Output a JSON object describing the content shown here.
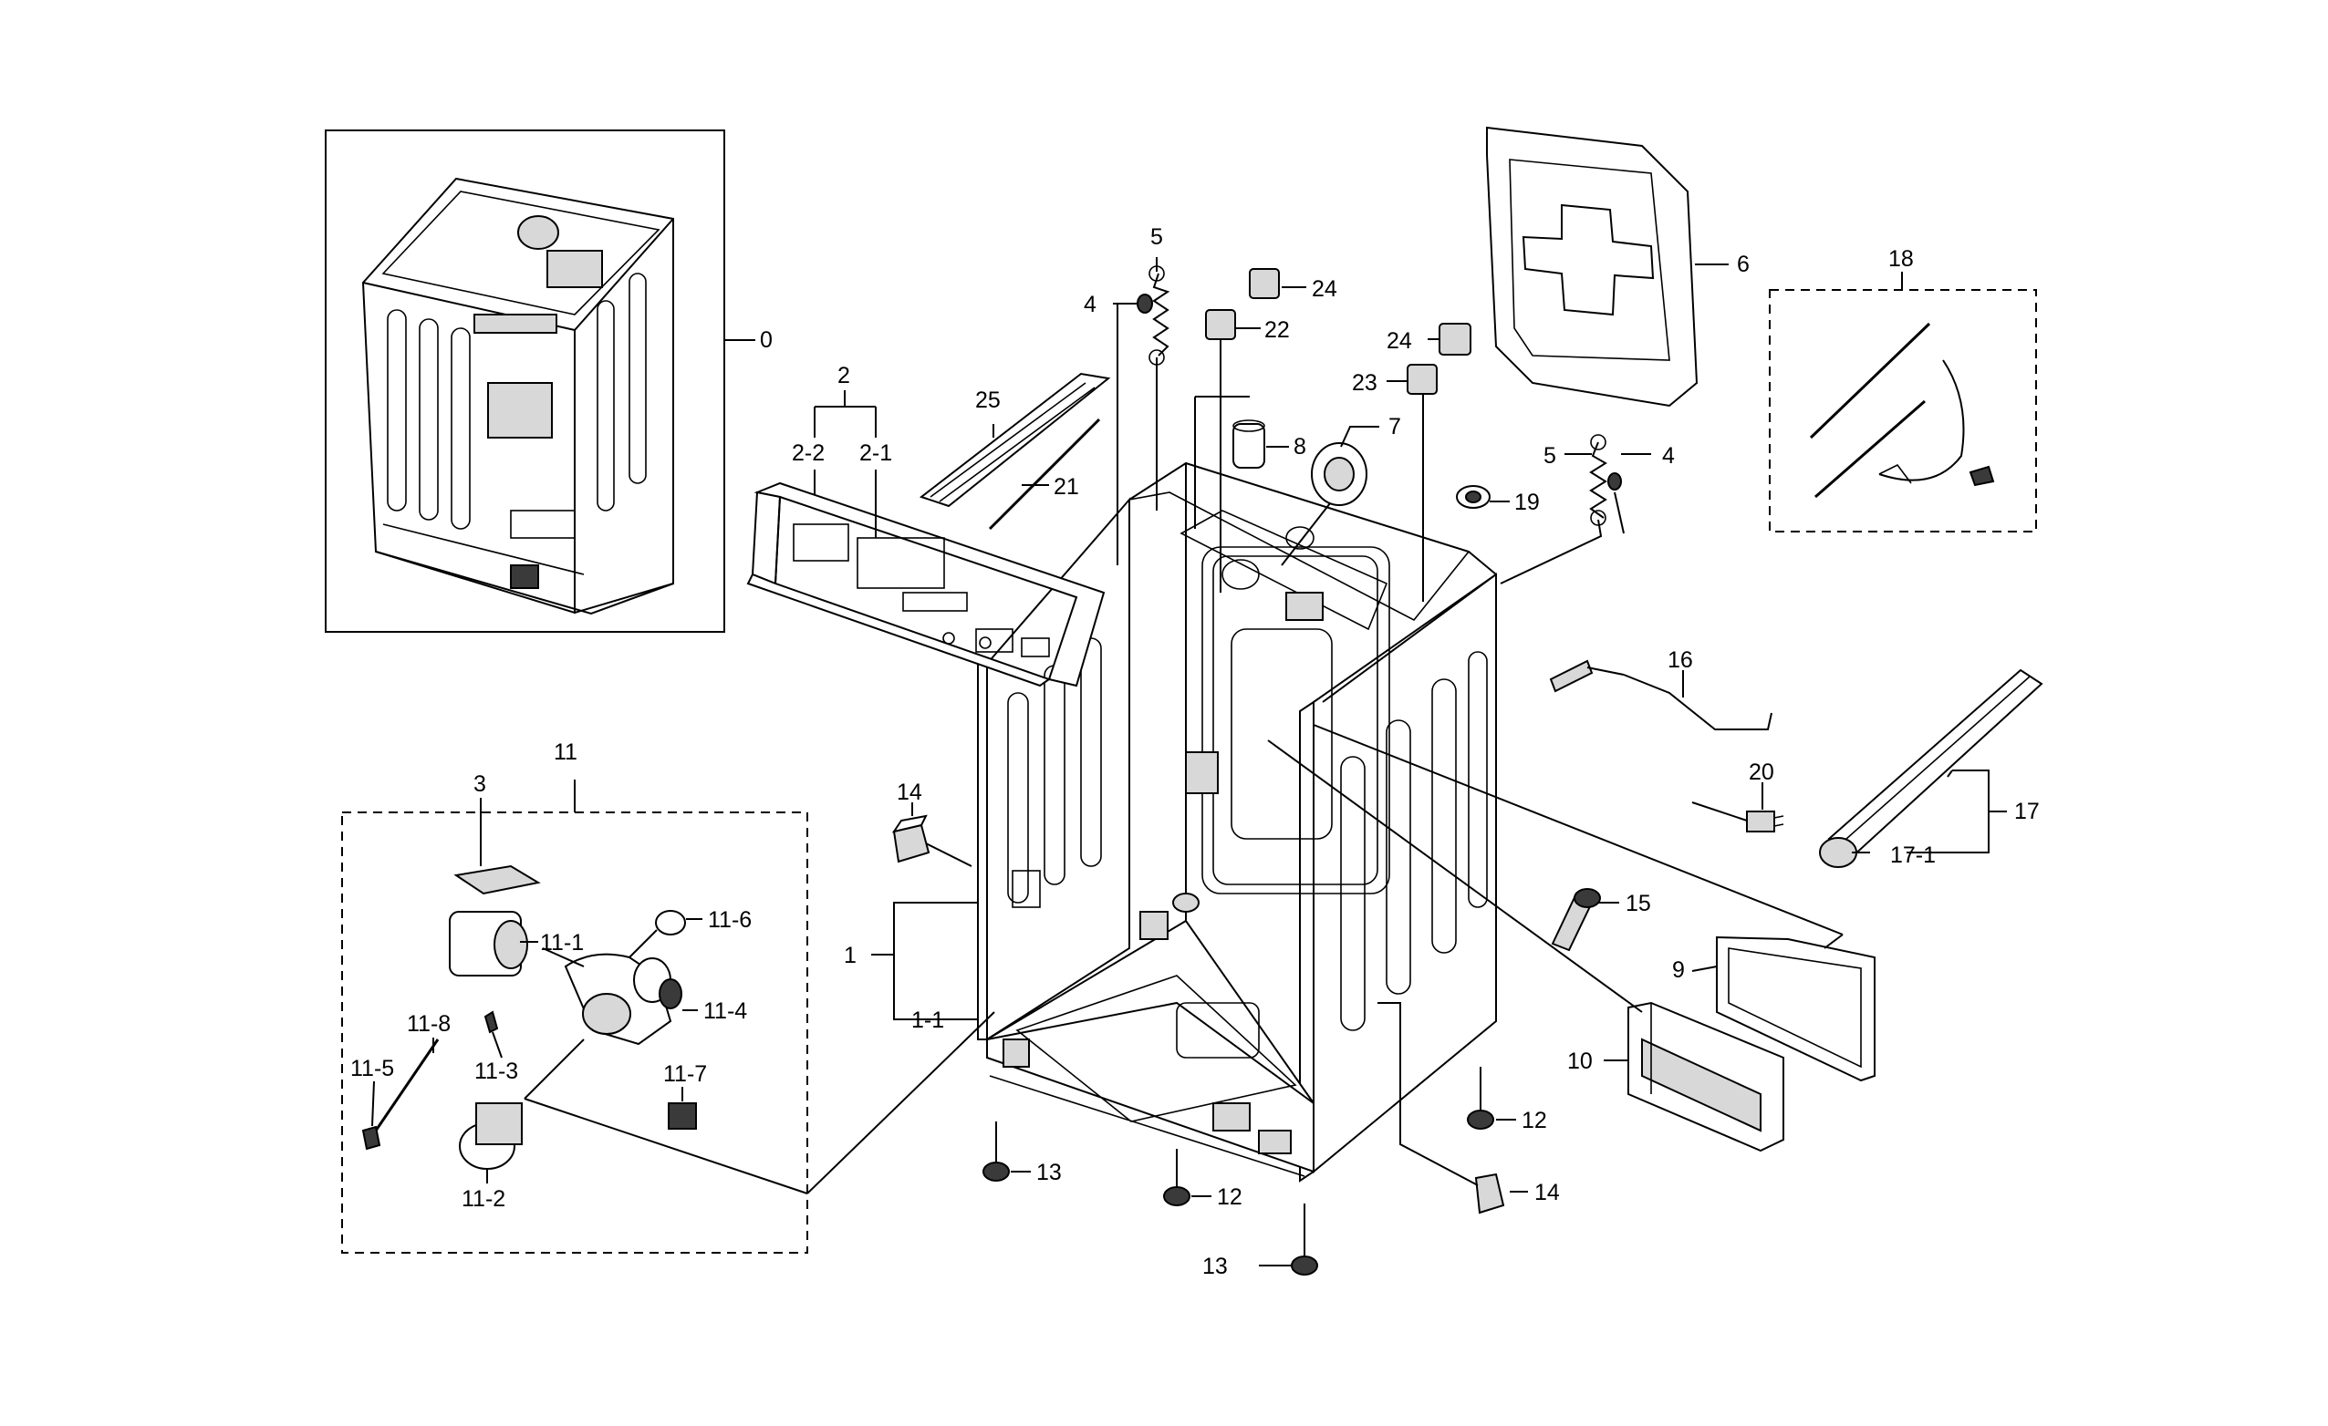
{
  "diagram": {
    "labels": {
      "l0": "0",
      "l1": "1",
      "l1_1": "1-1",
      "l2": "2",
      "l2_1": "2-1",
      "l2_2": "2-2",
      "l3": "3",
      "l4a": "4",
      "l4b": "4",
      "l5a": "5",
      "l5b": "5",
      "l6": "6",
      "l7": "7",
      "l8": "8",
      "l9": "9",
      "l10": "10",
      "l11": "11",
      "l11_1": "11-1",
      "l11_2": "11-2",
      "l11_3": "11-3",
      "l11_4": "11-4",
      "l11_5": "11-5",
      "l11_6": "11-6",
      "l11_7": "11-7",
      "l11_8": "11-8",
      "l12a": "12",
      "l12b": "12",
      "l13a": "13",
      "l13b": "13",
      "l14a": "14",
      "l14b": "14",
      "l15": "15",
      "l16": "16",
      "l17": "17",
      "l17_1": "17-1",
      "l18": "18",
      "l19": "19",
      "l20": "20",
      "l21": "21",
      "l22": "22",
      "l23": "23",
      "l24a": "24",
      "l24b": "24",
      "l25": "25"
    }
  }
}
